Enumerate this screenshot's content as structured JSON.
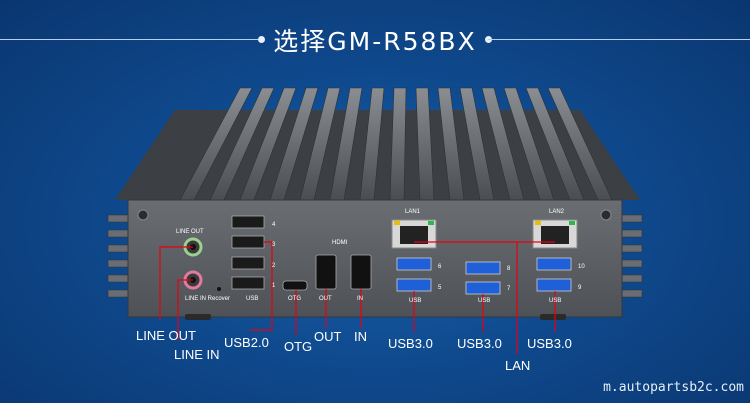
{
  "title": "选择GM-R58BX",
  "panel_labels": {
    "line_out": "LINE OUT",
    "line_in_recover": "LINE IN  Recover",
    "usb_small": "USB",
    "otg_small": "OTG",
    "out_small": "OUT",
    "in_small": "IN",
    "hdmi": "HDMI",
    "usb3_a": "USB",
    "usb3_b": "USB",
    "usb3_c": "USB",
    "lan1": "LAN1",
    "lan2": "LAN2",
    "n4": "4",
    "n3": "3",
    "n2": "2",
    "n1": "1",
    "n6": "6",
    "n5": "5",
    "n8": "8",
    "n7": "7",
    "n10": "10",
    "n9": "9"
  },
  "callouts": {
    "line_out": "LINE OUT",
    "line_in": "LINE IN",
    "usb20": "USB2.0",
    "otg": "OTG",
    "out": "OUT",
    "in": "IN",
    "usb30_a": "USB3.0",
    "usb30_b": "USB3.0",
    "lan": "LAN",
    "usb30_c": "USB3.0"
  },
  "watermark": "m.autopartsb2c.com",
  "colors": {
    "background": "#0f4a8e",
    "callout_line": "#e60012",
    "chassis": "#5e6266"
  }
}
